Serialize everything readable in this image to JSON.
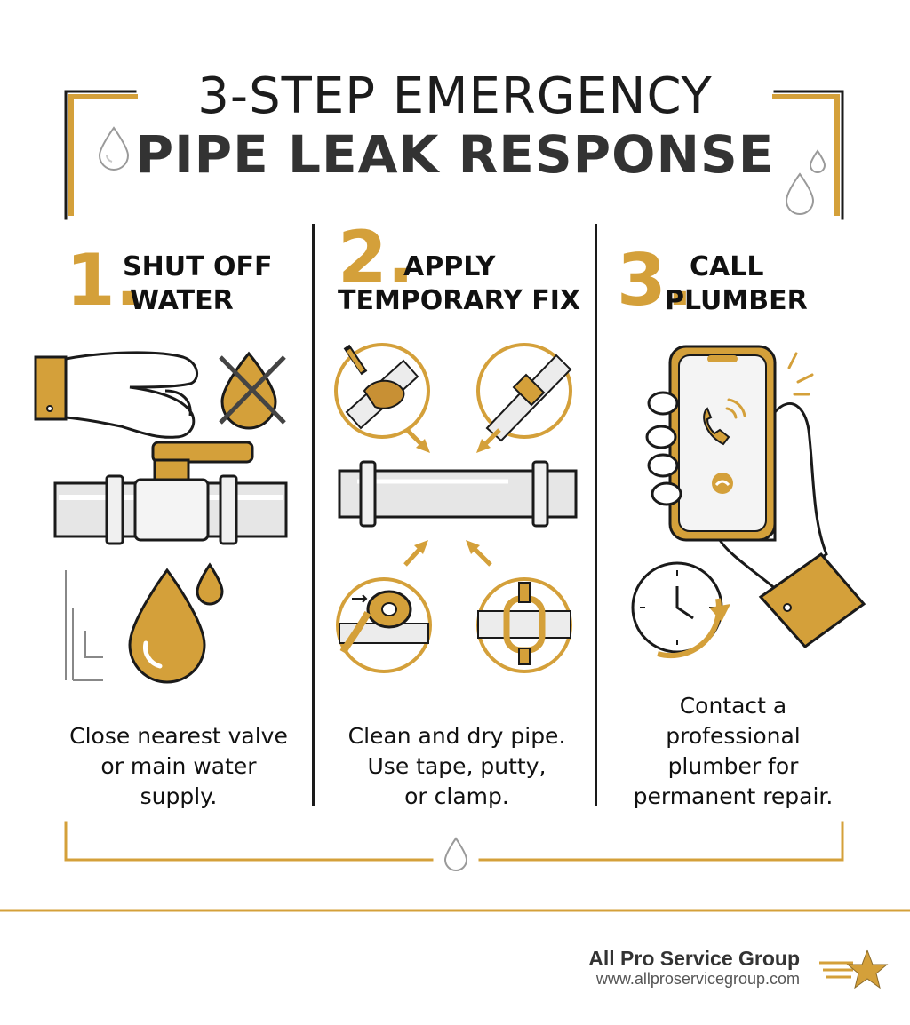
{
  "title": {
    "line1": "3-STEP EMERGENCY",
    "line2": "PIPE LEAK RESPONSE"
  },
  "steps": [
    {
      "number": "1.",
      "title_line1": "SHUT OFF",
      "title_line2": "WATER",
      "description": [
        "Close nearest valve",
        "or main water",
        "supply."
      ],
      "icon": "shut-off-valve-icon"
    },
    {
      "number": "2.",
      "title_line1": "APPLY",
      "title_line2": "TEMPORARY FIX",
      "description": [
        "Clean and dry pipe.",
        "Use tape, putty,",
        "or clamp."
      ],
      "icon": "pipe-repair-icon"
    },
    {
      "number": "3.",
      "title_line1": "CALL",
      "title_line2": "PLUMBER",
      "description": [
        "Contact a",
        "professional",
        "plumber for",
        "permanent repair."
      ],
      "icon": "phone-call-icon"
    }
  ],
  "footer": {
    "brand_name": "All Pro Service Group",
    "brand_url": "www.allproservicegroup.com",
    "logo_icon": "star-logo-icon"
  },
  "colors": {
    "accent": "#d4a03a",
    "dark": "#1a1a1a",
    "pipe": "#e6e6e6"
  }
}
